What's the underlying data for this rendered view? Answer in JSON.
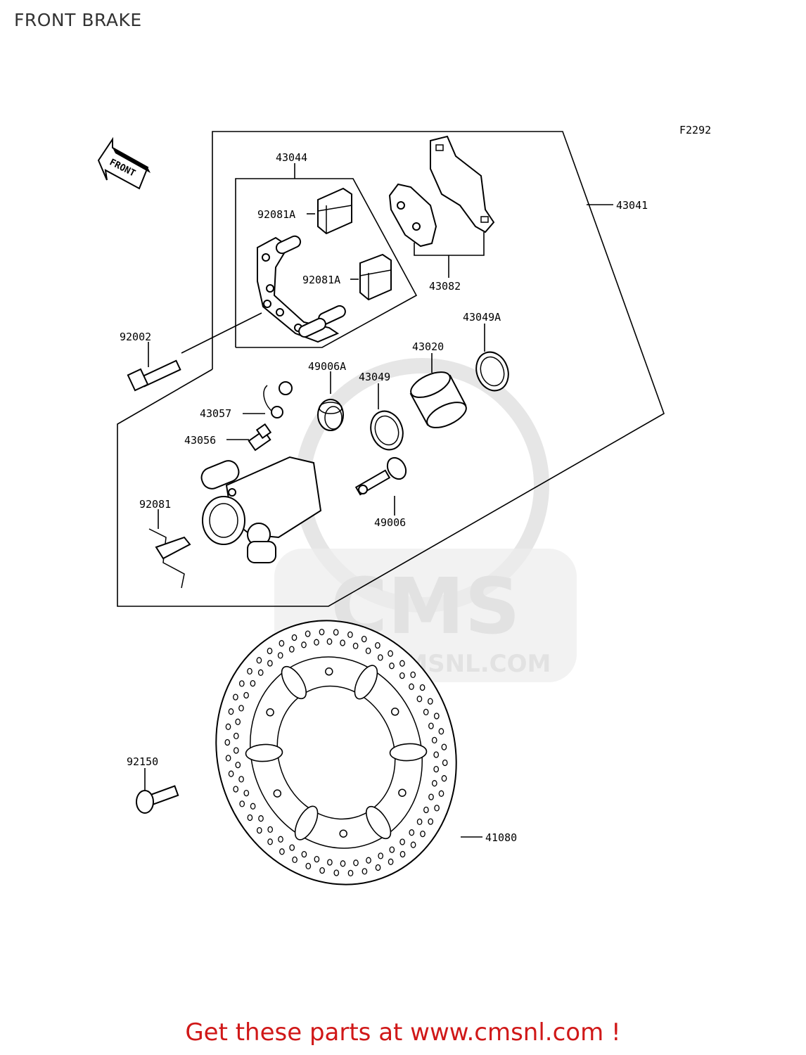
{
  "title": "FRONT BRAKE",
  "figure_code": "F2292",
  "front_label": "FRONT",
  "watermark": {
    "brand": "CMS",
    "url": "WWW.CMSNL.COM"
  },
  "labels": {
    "p43044": "43044",
    "p43041": "43041",
    "p92081A_1": "92081A",
    "p92081A_2": "92081A",
    "p43082": "43082",
    "p43049A": "43049A",
    "p43020": "43020",
    "p92002": "92002",
    "p49006A": "49006A",
    "p43049": "43049",
    "p43057": "43057",
    "p43056": "43056",
    "p92081": "92081",
    "p49006": "49006",
    "p92150": "92150",
    "p41080": "41080"
  },
  "footer": "Get these parts at www.cmsnl.com !",
  "colors": {
    "footer": "#d01818",
    "watermark": "#e2e2e2",
    "line": "#000000"
  }
}
